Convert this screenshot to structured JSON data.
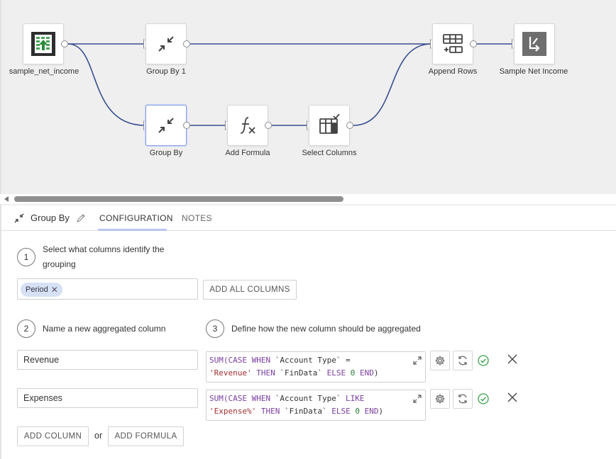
{
  "canvas": {
    "nodes": [
      {
        "id": "sample_net_income",
        "label": "sample_net_income",
        "icon": "spreadsheet-import-icon"
      },
      {
        "id": "group_by_1",
        "label": "Group By 1",
        "icon": "group-by-icon"
      },
      {
        "id": "append_rows",
        "label": "Append Rows",
        "icon": "append-rows-icon"
      },
      {
        "id": "sample_net_income_out",
        "label": "Sample Net Income",
        "icon": "output-icon"
      },
      {
        "id": "group_by",
        "label": "Group By",
        "icon": "group-by-icon",
        "selected": true
      },
      {
        "id": "add_formula",
        "label": "Add Formula",
        "icon": "formula-icon"
      },
      {
        "id": "select_columns",
        "label": "Select Columns",
        "icon": "select-columns-icon"
      }
    ],
    "wire_color": "#3a4f8f"
  },
  "panel": {
    "title": "Group By",
    "tabs": [
      {
        "label": "CONFIGURATION",
        "active": true
      },
      {
        "label": "NOTES",
        "active": false
      }
    ]
  },
  "config": {
    "step1": {
      "number": "1",
      "text_line1": "Select what columns identify the",
      "text_line2": "grouping"
    },
    "grouping_chips": [
      {
        "label": "Period"
      }
    ],
    "add_all_columns_label": "ADD ALL COLUMNS",
    "step2": {
      "number": "2",
      "text": "Name a new aggregated column"
    },
    "step3": {
      "number": "3",
      "text": "Define how the new column should be aggregated"
    },
    "aggregations": [
      {
        "name": "Revenue",
        "formula_line1": "SUM(CASE WHEN `Account Type` =",
        "formula_line2": "'Revenue' THEN `FinData` ELSE 0 END)"
      },
      {
        "name": "Expenses",
        "formula_line1": "SUM(CASE WHEN `Account Type` LIKE",
        "formula_line2": "'Expense%' THEN `FinData` ELSE 0 END)"
      }
    ],
    "add_column_label": "ADD COLUMN",
    "or_label": "or",
    "add_formula_label": "ADD FORMULA"
  },
  "colors": {
    "accent": "#b9c6ee",
    "chip_bg": "#d7e1f5",
    "valid_check": "#3aa14a"
  }
}
